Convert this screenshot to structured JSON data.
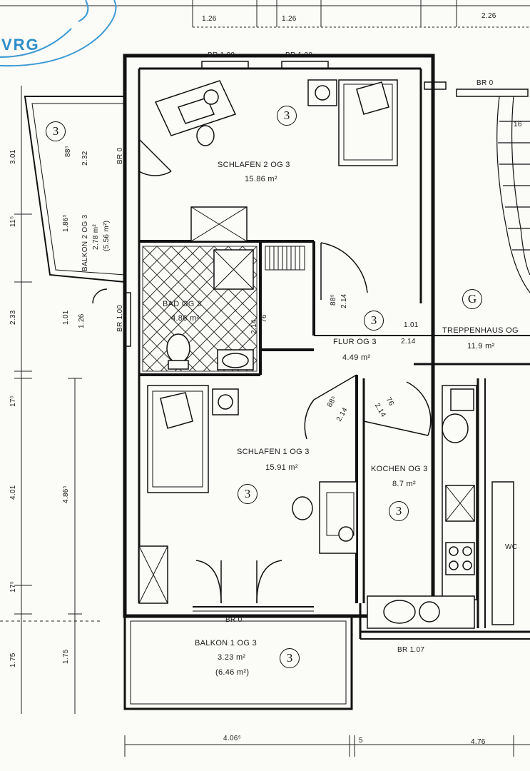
{
  "top_dims": [
    "1.26",
    "1.26",
    "2.26"
  ],
  "stamp_text": "VRG",
  "room_markers": [
    "3",
    "3",
    "3",
    "3",
    "3",
    "3",
    "G"
  ],
  "rooms": {
    "schlafen2": {
      "name": "SCHLAFEN 2 OG 3",
      "area": "15.86 m²"
    },
    "balkon2": {
      "name": "BALKON 2 OG 3",
      "area": "2.78 m²",
      "area2": "(5.56 m²)"
    },
    "bad": {
      "name": "BAD OG 3",
      "area": "4.86 m²"
    },
    "flur": {
      "name": "FLUR OG 3",
      "area": "4.49 m²"
    },
    "treppenhaus": {
      "name": "TREPPENHAUS OG",
      "area": "11.9 m²"
    },
    "schlafen1": {
      "name": "SCHLAFEN 1 OG 3",
      "area": "15.91 m²"
    },
    "kochen": {
      "name": "KOCHEN OG 3",
      "area": "8.7 m²"
    },
    "balkon1": {
      "name": "BALKON 1 OG 3",
      "area": "3.23 m²",
      "area2": "(6.46 m²)"
    }
  },
  "window_labels": [
    "BR 1.00",
    "BR 1.00",
    "BR 0",
    "BR 0",
    "BR 1.00",
    "BR 1.07",
    "BR 0"
  ],
  "door_labels": [
    "88⁵",
    "2.14",
    "1.01",
    "2.14",
    "76",
    "2.14",
    "88⁵",
    "2.14",
    "76",
    "2.14",
    "1.01",
    "1.26",
    "88⁵",
    "2.32",
    "1.86⁵"
  ],
  "left_dims": [
    "3.01",
    "11⁵",
    "2.33",
    "17⁵",
    "4.01",
    "4.86⁵",
    "17⁵",
    "1.75",
    "1.75"
  ],
  "bottom_dims": [
    "4.06⁵",
    "5",
    "4.76"
  ],
  "misc_labels": [
    "16",
    "WC"
  ]
}
